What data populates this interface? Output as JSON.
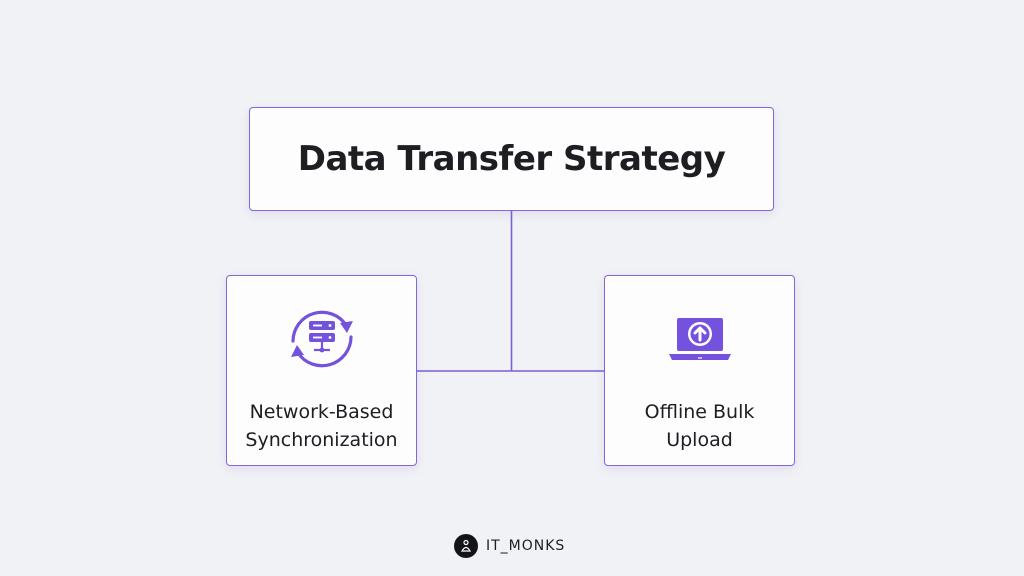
{
  "diagram": {
    "root": {
      "label": "Data Transfer Strategy"
    },
    "children": [
      {
        "label": "Network-Based\nSynchronization",
        "icon": "server-sync-icon"
      },
      {
        "label": "Offline Bulk\nUpload",
        "icon": "laptop-upload-icon"
      }
    ]
  },
  "footer": {
    "brand": "IT_MONKS",
    "logo_icon": "monk-logo-icon"
  },
  "colors": {
    "accent": "#7452de",
    "border": "#8466d6",
    "background": "#f1f2f6",
    "text": "#1d1d22"
  }
}
